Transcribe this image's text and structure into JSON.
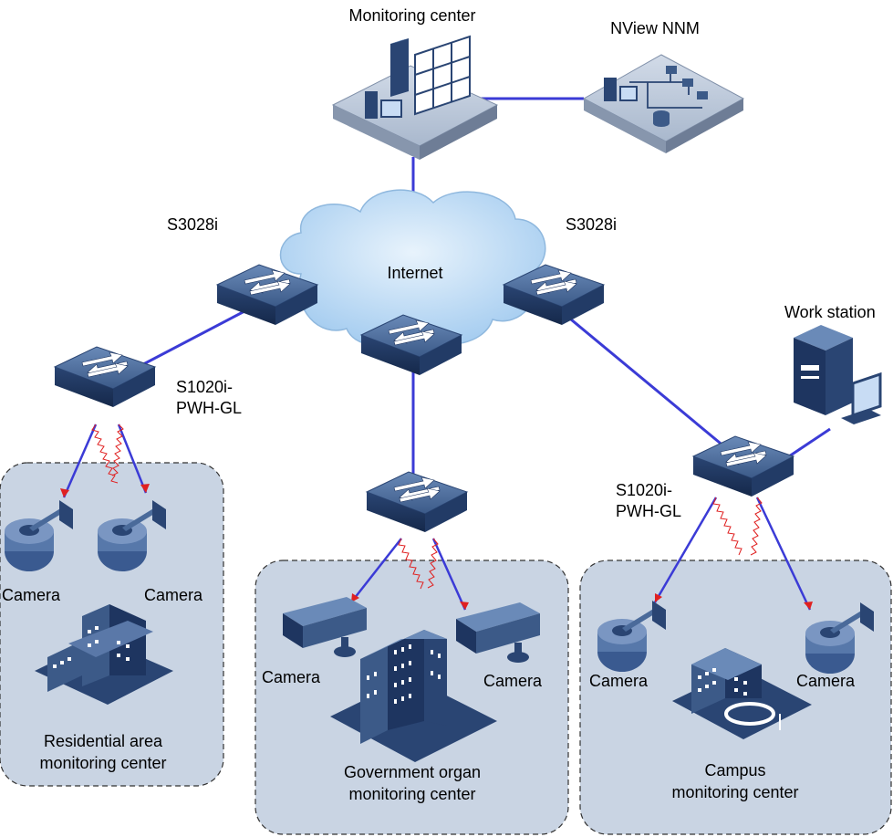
{
  "nodes": {
    "monitoring_center": "Monitoring center",
    "nview_nnm": "NView NNM",
    "internet": "Internet",
    "switch_left": "S3028i",
    "switch_right": "S3028i",
    "access_left_line1": "S1020i-",
    "access_left_line2": "PWH-GL",
    "access_right_line1": "S1020i-",
    "access_right_line2": "PWH-GL",
    "work_station": "Work station"
  },
  "areas": {
    "residential": {
      "line1": "Residential area",
      "line2": "monitoring center",
      "camera_left": "Camera",
      "camera_right": "Camera"
    },
    "government": {
      "line1": "Government organ",
      "line2": "monitoring center",
      "camera_left": "Camera",
      "camera_right": "Camera"
    },
    "campus": {
      "line1": "Campus",
      "line2": "monitoring center",
      "camera_left": "Camera",
      "camera_right": "Camera"
    }
  },
  "colors": {
    "link": "#3b3bd6",
    "wireless": "#e02020",
    "device_top": "#4a6a9a",
    "device_side": "#1e3560",
    "area_fill": "#c9d4e3",
    "cloud": "#bcd9f3"
  }
}
